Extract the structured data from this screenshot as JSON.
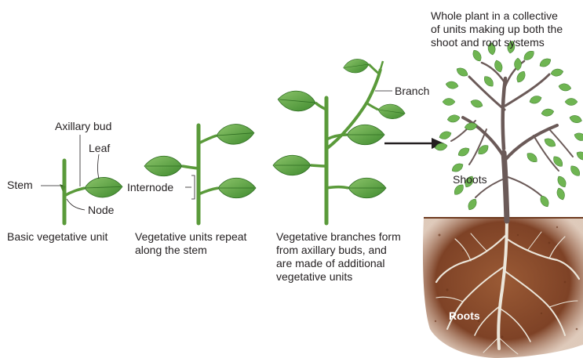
{
  "labels": {
    "axillary_bud": "Axillary bud",
    "leaf": "Leaf",
    "stem": "Stem",
    "node": "Node",
    "internode": "Internode",
    "branch": "Branch",
    "shoots": "Shoots",
    "roots": "Roots"
  },
  "captions": {
    "unit1": "Basic vegetative unit",
    "unit2": "Vegetative units repeat\nalong the stem",
    "unit3": "Vegetative branches form\nfrom axillary buds, and\nare made of additional\nvegetative units",
    "unit4": "Whole plant in a collective\nof units making up both the\nshoot and root systems"
  },
  "colors": {
    "leaf": "#4f9a3a",
    "leaf_light": "#8cc46a",
    "stem": "#5a9a3a",
    "trunk": "#6b5a58",
    "soil": "#8b4a2b",
    "root": "#e9e3d8"
  }
}
